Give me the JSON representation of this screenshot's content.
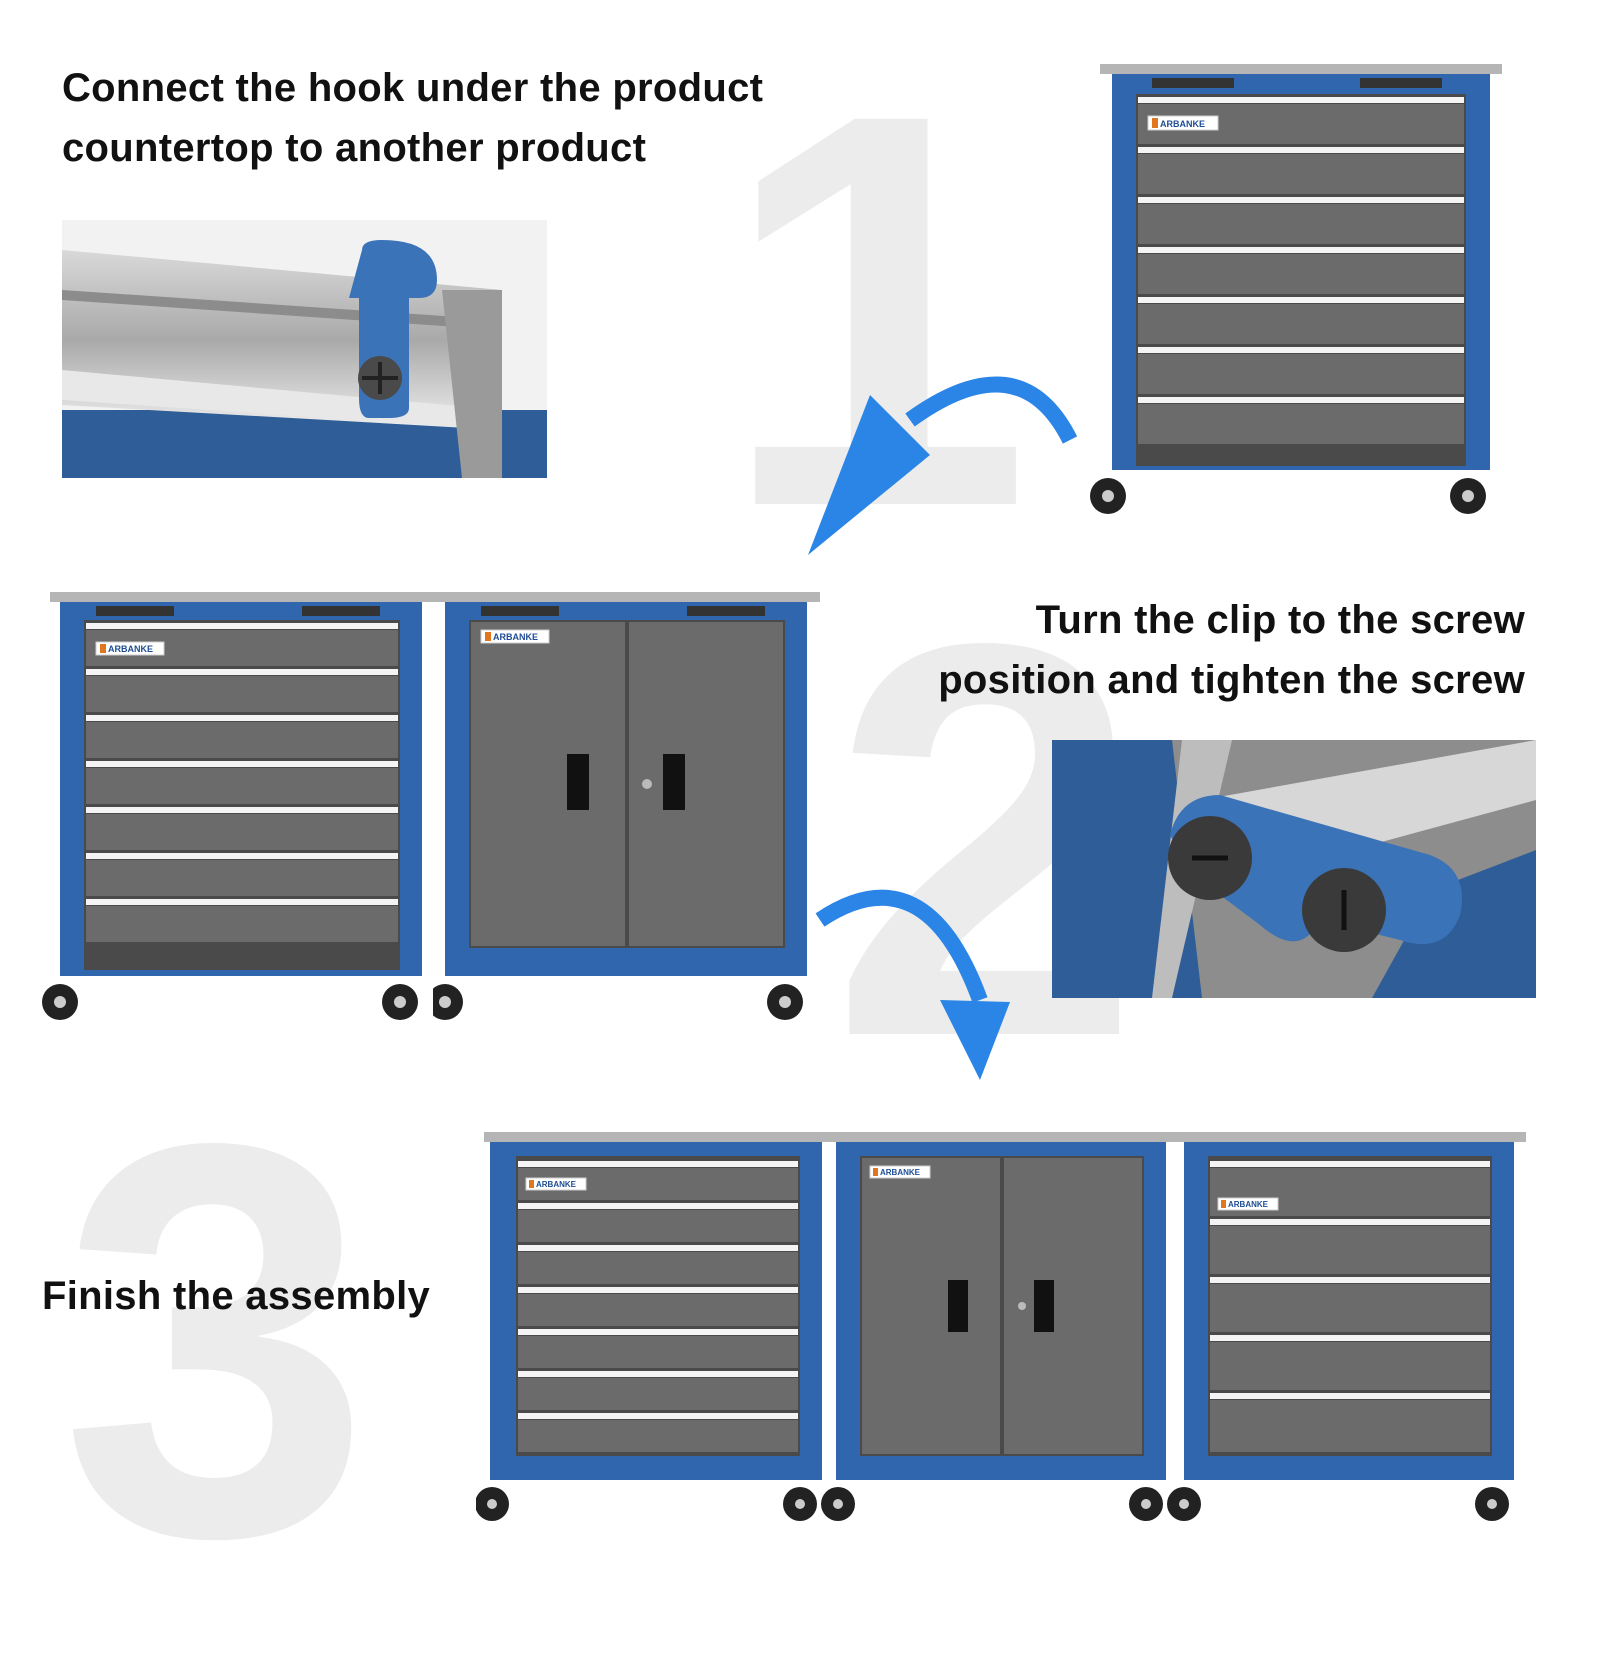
{
  "steps": [
    {
      "number": "1",
      "text": [
        "Connect the hook under the product",
        "countertop to another product"
      ]
    },
    {
      "number": "2",
      "text": [
        "Turn the clip to the screw",
        "position and tighten the screw"
      ]
    },
    {
      "number": "3",
      "text": [
        "Finish the assembly"
      ]
    }
  ],
  "brand": "ARBANKE",
  "colors": {
    "frame": "#2f66ad",
    "drawer": "#6b6b6b",
    "arrow": "#2a85e6",
    "watermark": "#ececec"
  }
}
